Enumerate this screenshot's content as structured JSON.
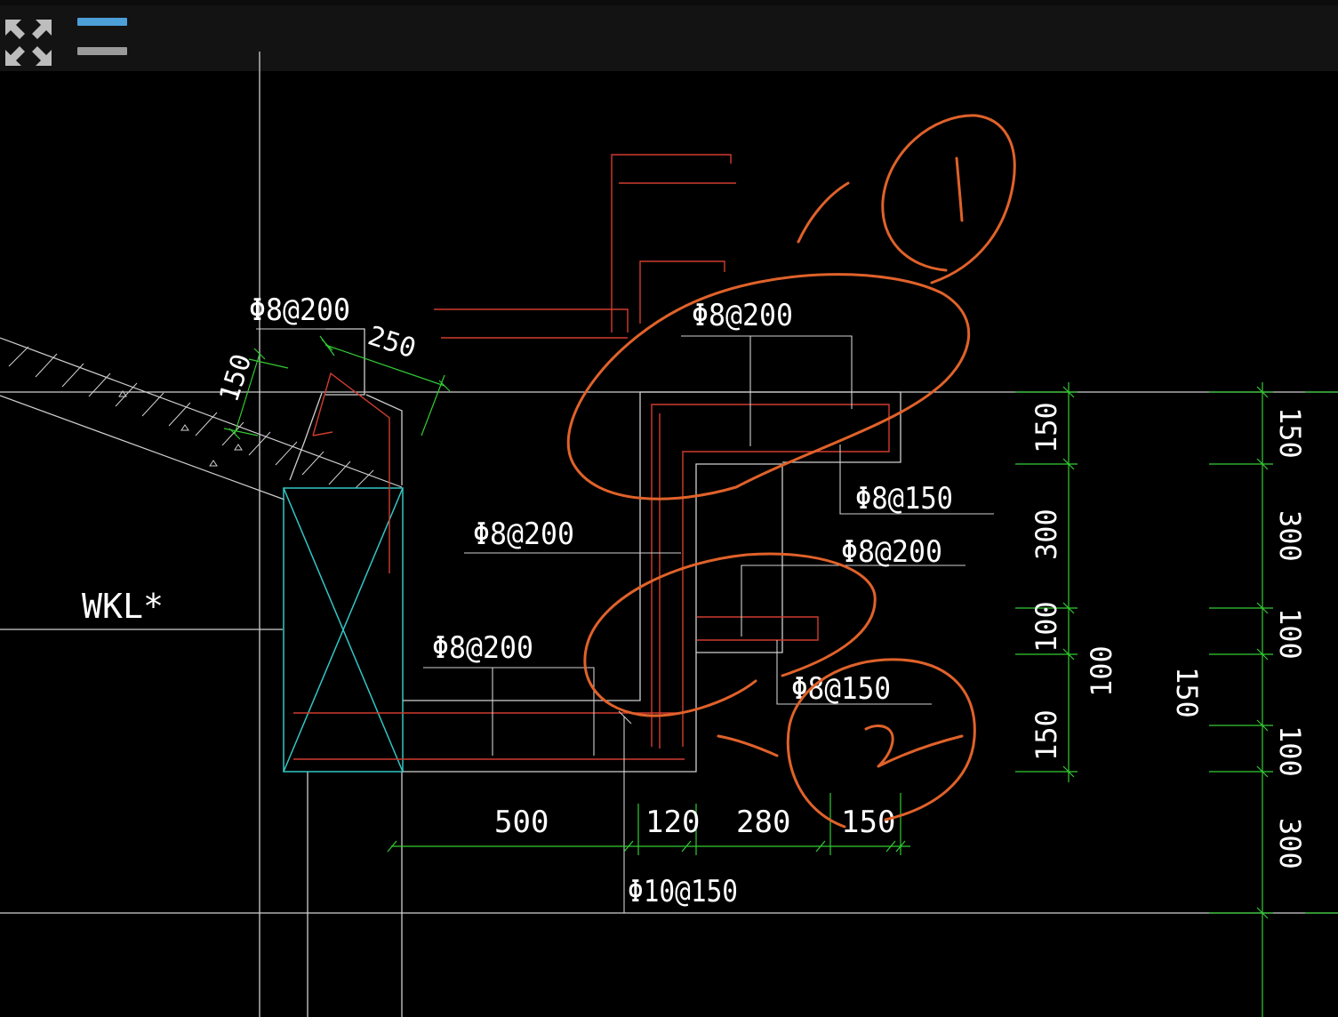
{
  "toolbar": {
    "fullscreen_icon": "expand-arrows-icon",
    "menu_icon": "hamburger-menu-icon",
    "menu_bar_colors": [
      "#4d9fd8",
      "#9a9a9a"
    ]
  },
  "drawing": {
    "colors": {
      "background": "#000000",
      "lines": "#cfcfcf",
      "rebar": "#d03c2f",
      "dimensions": "#33cc33",
      "column": "#33c6c6",
      "markup": "#e0622a"
    },
    "labels": {
      "beam": "WKL*",
      "rebar_left_top": "Φ8@200",
      "rebar_center_top": "Φ8@200",
      "rebar_mid_left": "Φ8@200",
      "rebar_bottom_left": "Φ8@200",
      "rebar_right_1": "Φ8@150",
      "rebar_right_2": "Φ8@200",
      "rebar_right_3": "Φ8@150",
      "rebar_bottom": "Φ10@150"
    },
    "dimensions": {
      "slab_150": "150",
      "slab_250": "250",
      "bottom": [
        "500",
        "120",
        "280",
        "150"
      ],
      "right_column": [
        "150",
        "300",
        "100",
        "150"
      ],
      "right_inner": "100",
      "right_mid": "150",
      "far_right": [
        "150",
        "300",
        "100",
        "100",
        "300"
      ]
    },
    "markup_numbers": [
      "1",
      "2"
    ]
  }
}
